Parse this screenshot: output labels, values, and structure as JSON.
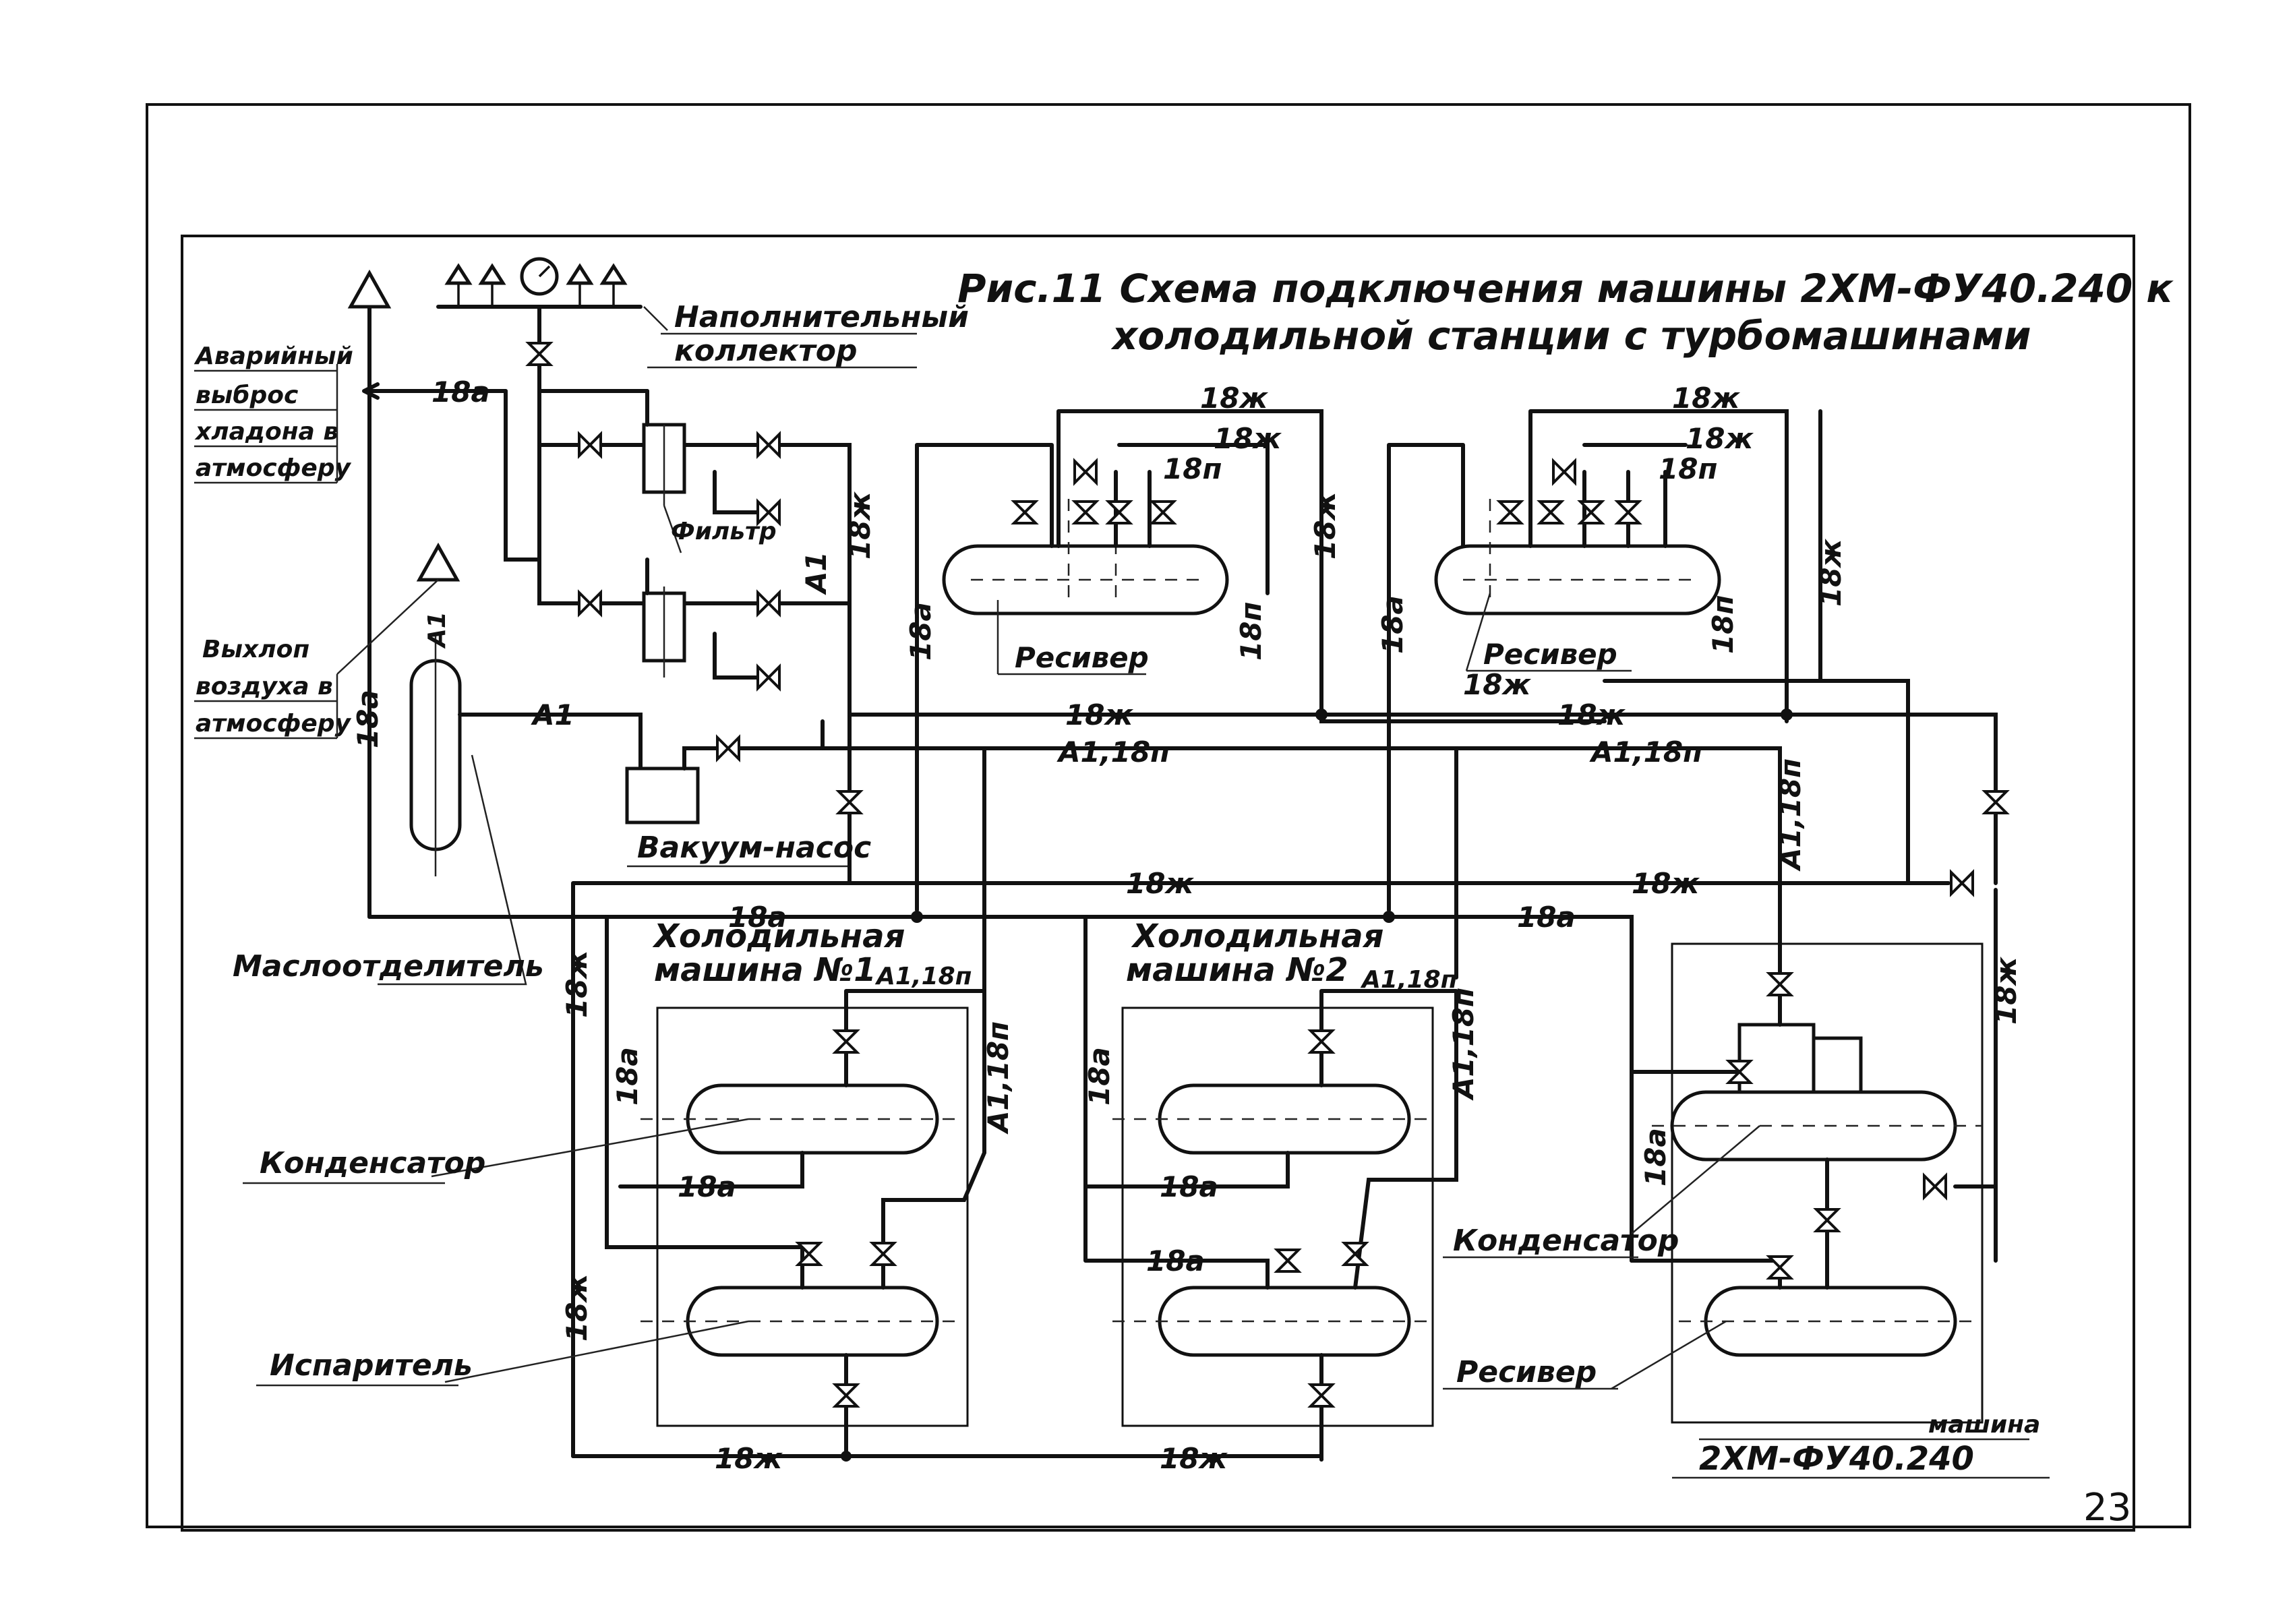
{
  "title": {
    "line1": "Рис.11 Схема подключения машины 2ХМ-ФУ40.240 к",
    "line2": "холодильной станции с турбомашинами"
  },
  "labels": {
    "avariyny": [
      "Аварийный",
      "выброс",
      "хладона в",
      "атмосферу"
    ],
    "vykhlop": [
      "Выхлоп",
      "воздуха в",
      "атмосферу"
    ],
    "napolnitelny": [
      "Наполнительный",
      "коллектор"
    ],
    "filtr": "Фильтр",
    "resiver": "Ресивер",
    "vakuum_nasos": "Вакуум-насос",
    "maslootdelitel": "Маслоотделитель",
    "machine1": [
      "Холодильная",
      "машина №1"
    ],
    "machine2": [
      "Холодильная",
      "машина №2"
    ],
    "kondensator": "Конденсатор",
    "isparitel": "Испаритель",
    "machine3": [
      "машина",
      "2ХМ-ФУ40.240"
    ]
  },
  "pipes": {
    "p18a": "18а",
    "p18zh": "18ж",
    "p18p": "18п",
    "a1": "А1",
    "a1_18p": "А1,18п"
  },
  "page_number": "23"
}
